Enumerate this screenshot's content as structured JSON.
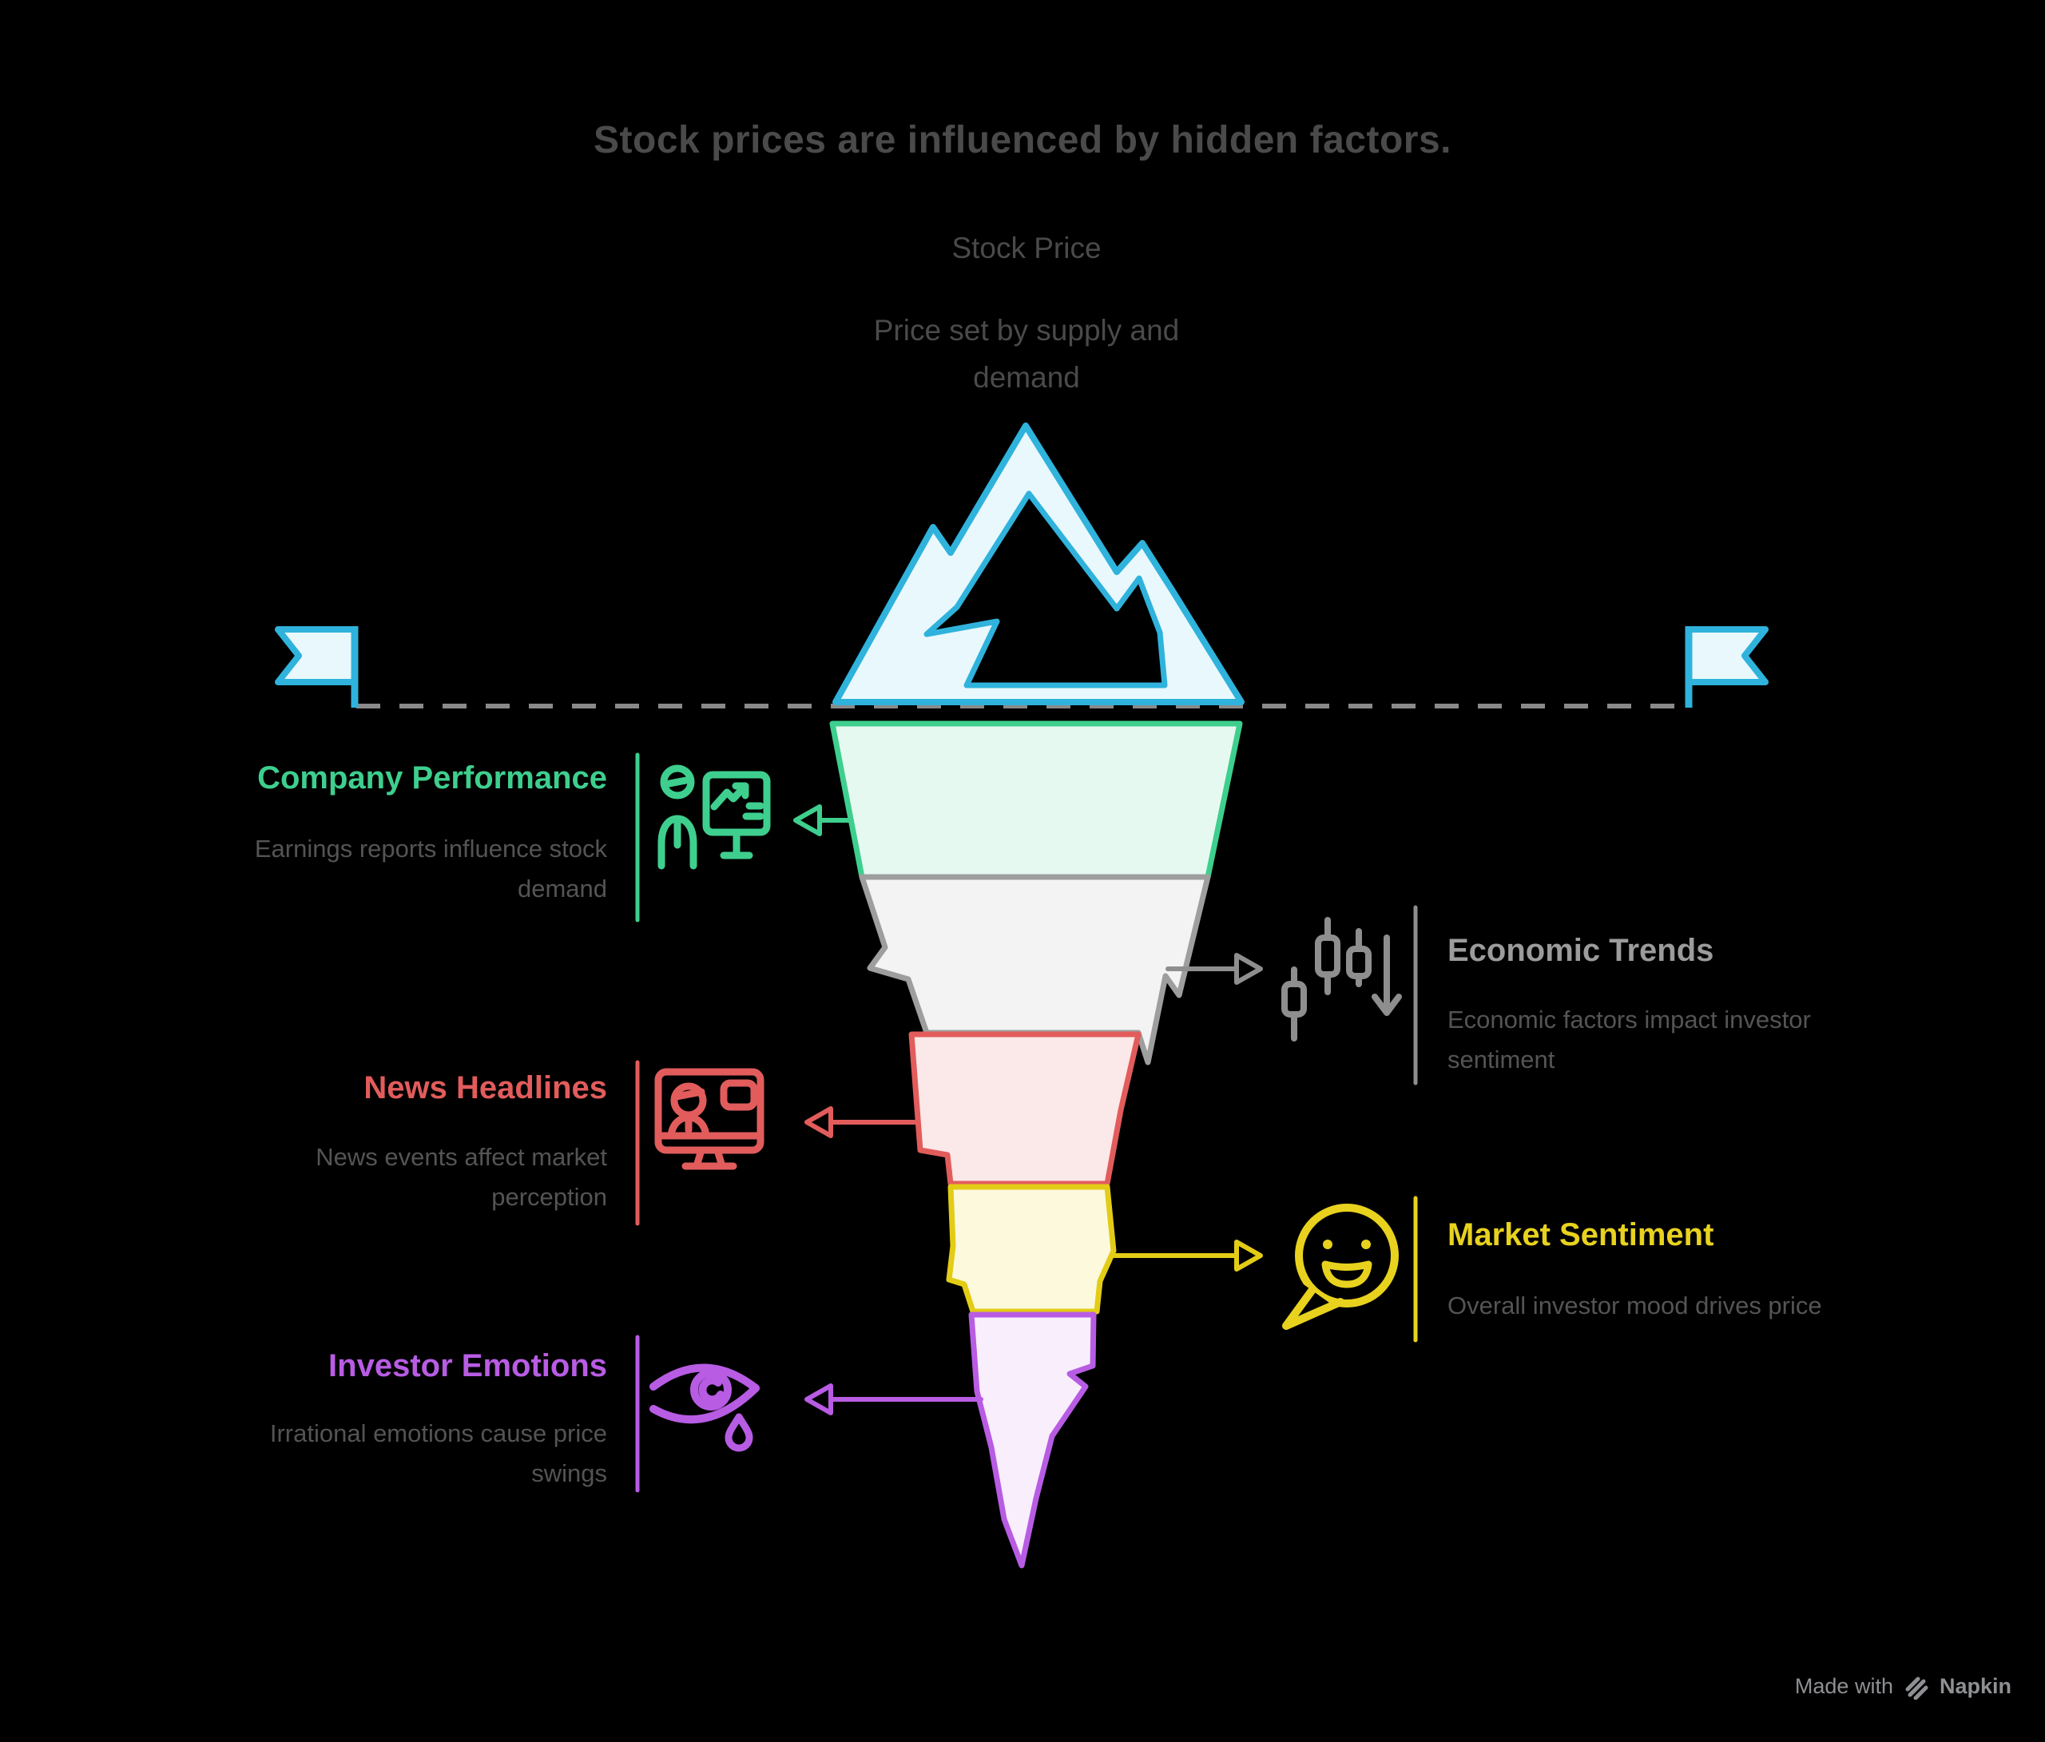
{
  "header": {
    "title": "Stock prices are influenced by hidden factors."
  },
  "apex": {
    "label": "Stock Price",
    "sublabel": "Price set by supply and demand",
    "iceberg_stroke": "#2FB3DC",
    "iceberg_fill": "#E9F8FD"
  },
  "waterline": {
    "color": "#8A8A8A",
    "style": "dashed",
    "flag_icon": "flag-icon"
  },
  "factors": [
    {
      "title": "Company Performance",
      "description": "Earnings reports influence stock demand",
      "side": "left",
      "accent": "#3ECF8E",
      "fill": "#E6F9F0",
      "icon": "presenter-chart-icon"
    },
    {
      "title": "Economic Trends",
      "description": "Economic factors impact investor sentiment",
      "side": "right",
      "accent": "#9E9E9E",
      "fill": "#F3F3F3",
      "icon": "candlestick-down-icon"
    },
    {
      "title": "News Headlines",
      "description": "News events affect market perception",
      "side": "left",
      "accent": "#E25C5C",
      "fill": "#FBE8E8",
      "icon": "news-monitor-icon"
    },
    {
      "title": "Market Sentiment",
      "description": "Overall investor mood drives price",
      "side": "right",
      "accent": "#E8D21E",
      "fill": "#FCF9DD",
      "icon": "smiley-speech-bubble-icon"
    },
    {
      "title": "Investor Emotions",
      "description": "Irrational emotions cause price swings",
      "side": "left",
      "accent": "#B85CE4",
      "fill": "#F8EEFC",
      "icon": "crying-eye-icon"
    }
  ],
  "footer": {
    "made_with": "Made with",
    "brand": "Napkin",
    "logo_icon": "napkin-logo-icon"
  }
}
